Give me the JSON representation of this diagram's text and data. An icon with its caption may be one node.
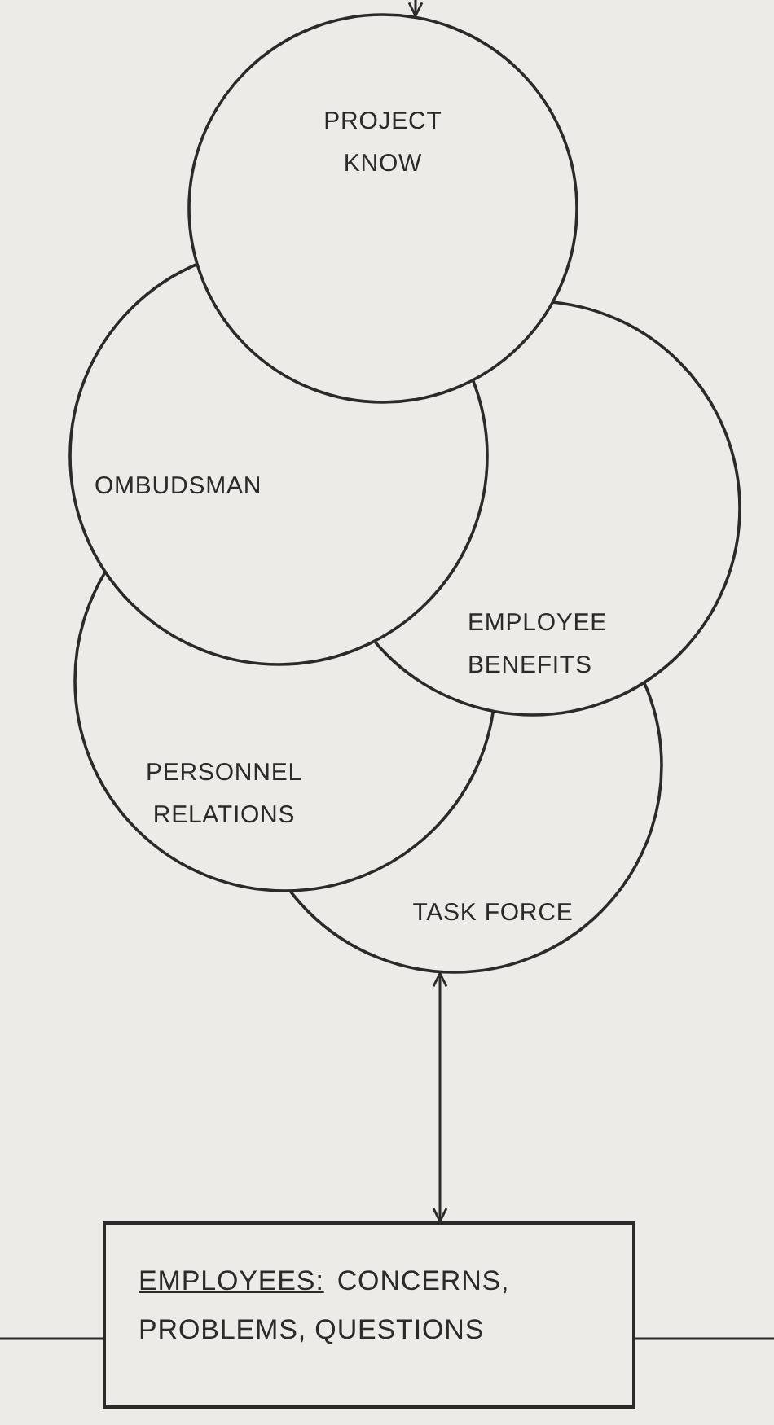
{
  "diagram": {
    "nodes": [
      {
        "text": [
          "PROJECT KNOW"
        ]
      },
      {
        "text": [
          "OMBUDSMAN"
        ]
      },
      {
        "text": [
          "EMPLOYEE BENEFITS"
        ]
      },
      {
        "text": [
          "PERSONNEL RELATIONS"
        ]
      },
      {
        "text": [
          "TASK FORCE"
        ]
      },
      {
        "text": [
          "EMPLOYEES:",
          "CONCERNS, PROBLEMS, QUESTIONS"
        ]
      }
    ],
    "edges": [
      {
        "from": null,
        "to": 0,
        "arrow": "to"
      },
      {
        "from": 4,
        "to": 5,
        "arrow": "both"
      },
      {
        "from": 5,
        "to": null,
        "arrow": "none"
      },
      {
        "from": 5,
        "to": null,
        "arrow": "none"
      }
    ]
  }
}
